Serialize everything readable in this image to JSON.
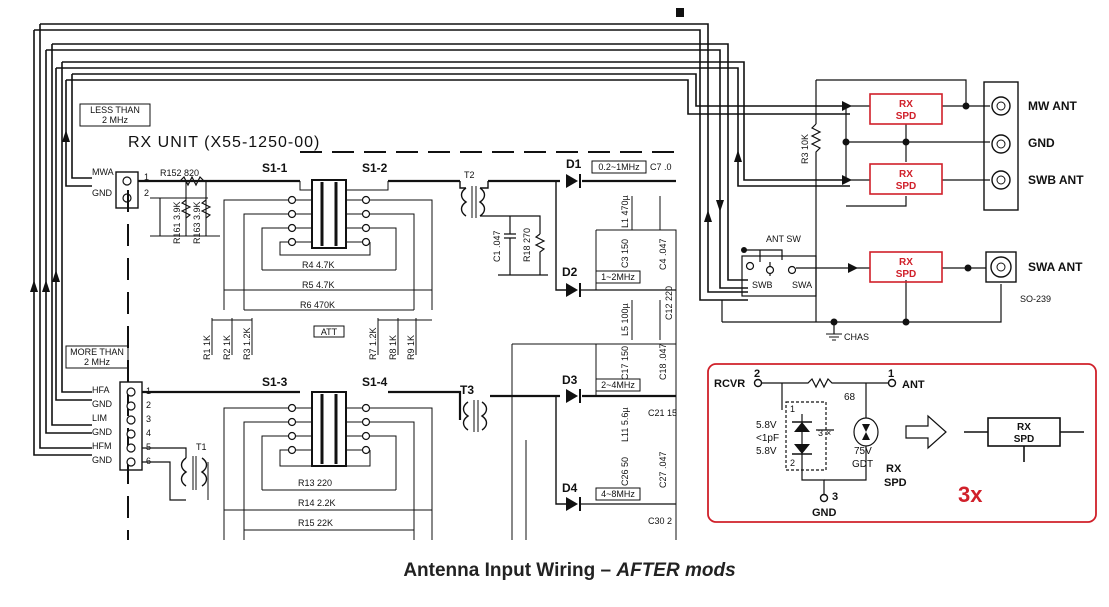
{
  "caption": {
    "main": "Antenna Input Wiring – ",
    "emph": "AFTER mods"
  },
  "schematic": {
    "less_than_1": "LESS THAN",
    "less_than_2": "2 MHz",
    "more_than_1": "MORE THAN",
    "more_than_2": "2 MHz",
    "rx_unit": "RX UNIT (X55-1250-00)",
    "mwa": "MWA",
    "gnd": "GND",
    "r152": "R152 820",
    "r161": "R161 3.9K",
    "r163": "R163 3.9K",
    "s1_1": "S1-1",
    "s1_2": "S1-2",
    "s1_3": "S1-3",
    "s1_4": "S1-4",
    "r4": "R4 4.7K",
    "r5": "R5 4.7K",
    "r6": "R6 470K",
    "r13": "R13 220",
    "r14": "R14 2.2K",
    "r15": "R15 22K",
    "att": "ATT",
    "r1": "R1 1K",
    "r2": "R2 1K",
    "r3": "R3 1.2K",
    "r7": "R7 1.2K",
    "r8": "R8 1K",
    "r9": "R9 1K",
    "t1": "T1",
    "t2": "T2",
    "t3": "T3",
    "d1": "D1",
    "d2": "D2",
    "d3": "D3",
    "d4": "D4",
    "band1": "0.2~1MHz",
    "band2": "1~2MHz",
    "band3": "2~4MHz",
    "band4": "4~8MHz",
    "c1": "C1 .047",
    "r18": "R18 270",
    "c7": "C7 .0",
    "l1": "L1 470µ",
    "c3": "C3 150",
    "c4": "C4 .047",
    "c12": "C12 220",
    "l5": "L5 100µ",
    "c17": "C17 150",
    "c18": "C18 .047",
    "c21": "C21 15",
    "l11": "L11 5.6µ",
    "c26": "C26 50",
    "c27": "C27 .047",
    "c30": "C30 2",
    "pins_lower": [
      "HFA",
      "GND",
      "LIM",
      "GND",
      "HFM",
      "GND"
    ],
    "pin_nums": [
      "1",
      "2",
      "3",
      "4",
      "5",
      "6"
    ]
  },
  "mods": {
    "rx_spd": [
      "RX",
      "SPD"
    ],
    "mw_ant": "MW ANT",
    "gnd": "GND",
    "swb_ant": "SWB ANT",
    "swa_ant": "SWA ANT",
    "so239": "SO-239",
    "ant_sw": "ANT SW",
    "swb": "SWB",
    "swa": "SWA",
    "r3_10k": "R3 10K",
    "chas": "CHAS"
  },
  "inset": {
    "rcvr": "RCVR",
    "ant": "ANT",
    "pin2": "2",
    "pin1": "1",
    "pin3": "3",
    "r68": "68",
    "tvs": [
      "5.8V",
      "<1pF",
      "5.8V"
    ],
    "gdt": [
      "75V",
      "GDT"
    ],
    "gnd": "GND",
    "rx_spd": [
      "RX",
      "SPD"
    ],
    "count": "3x"
  },
  "colors": {
    "accent": "#d0202a",
    "ink": "#111111"
  }
}
